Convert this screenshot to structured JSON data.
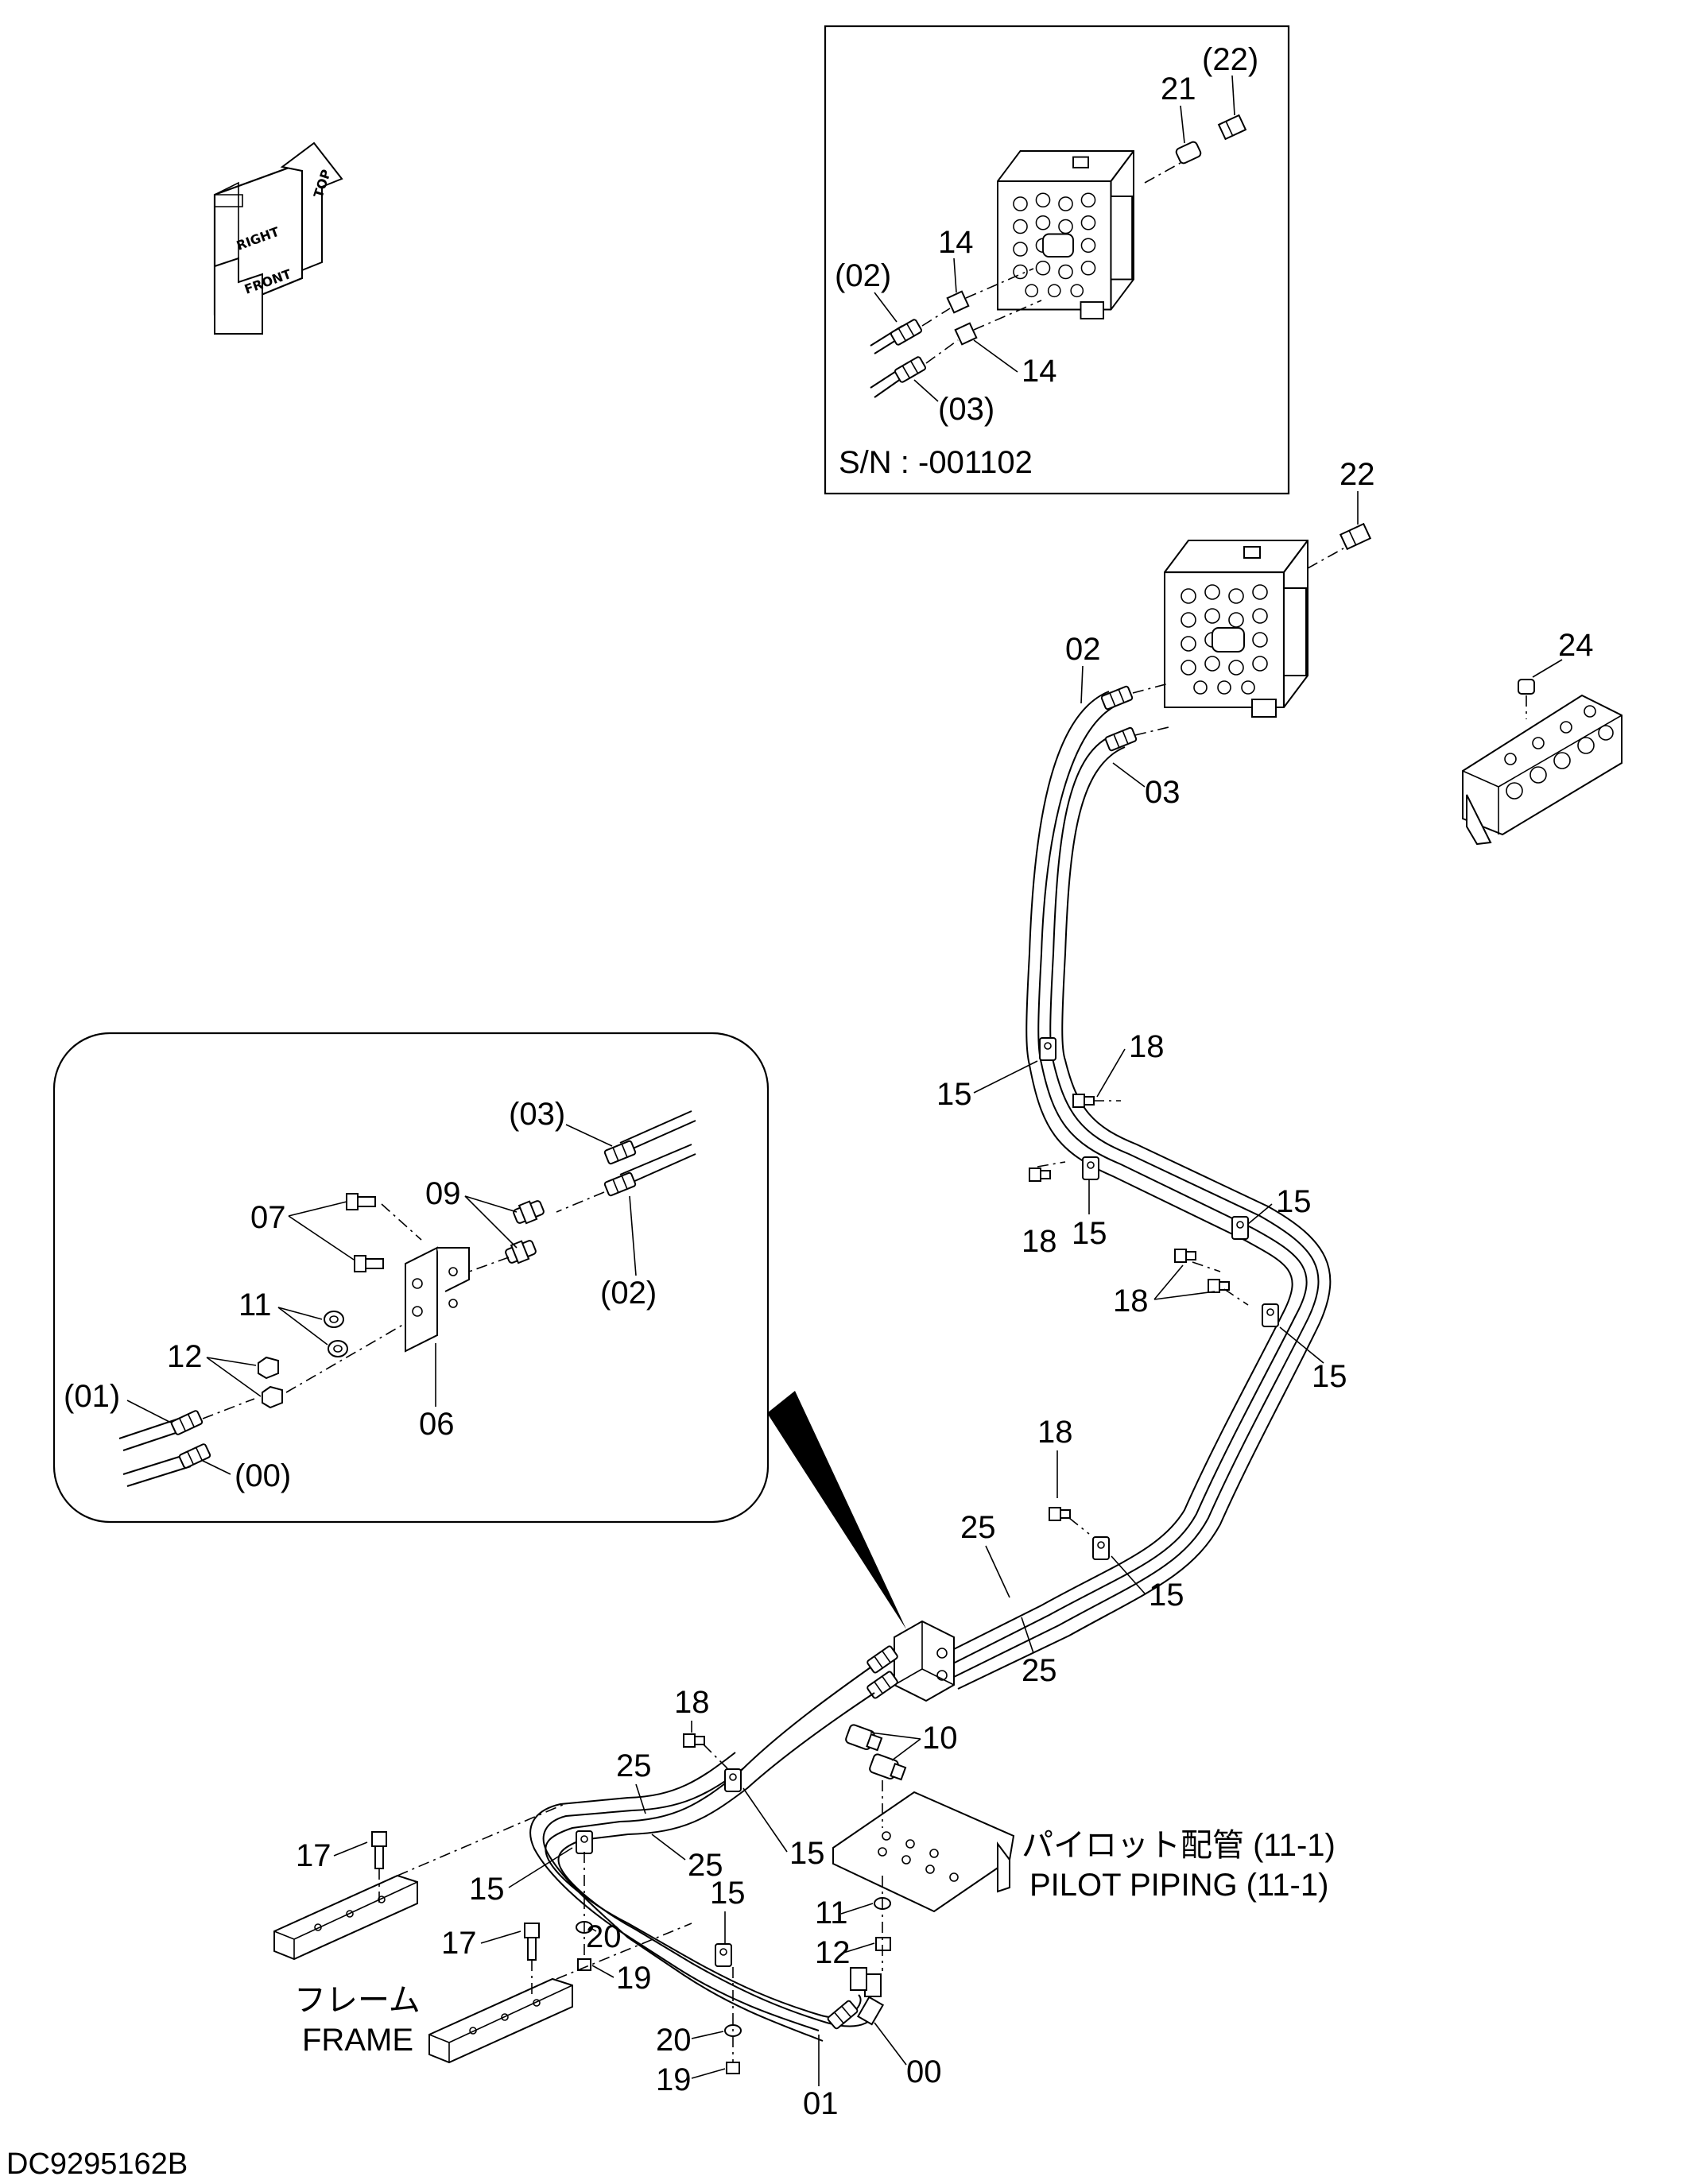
{
  "drawing_code": "DC9295162B",
  "serial_note": "S/N : -001102",
  "orientation": {
    "top": "TOP",
    "front": "FRONT",
    "right": "RIGHT"
  },
  "reference": {
    "jp": "パイロット配管 (11-1)",
    "en": "PILOT PIPING (11-1)"
  },
  "frame": {
    "jp": "フレーム",
    "en": "FRAME"
  },
  "inset_top_callouts": [
    "(22)",
    "21",
    "14",
    "(02)",
    "14",
    "(03)"
  ],
  "inset_left_callouts": [
    "(03)",
    "09",
    "07",
    "(02)",
    "11",
    "12",
    "(01)",
    "06",
    "(00)"
  ],
  "main_callouts": [
    "22",
    "24",
    "02",
    "03",
    "18",
    "15",
    "18",
    "15",
    "15",
    "18",
    "15",
    "18",
    "25",
    "15",
    "25",
    "18",
    "10",
    "25",
    "15",
    "25",
    "17",
    "15",
    "15",
    "11",
    "12",
    "17",
    "20",
    "19",
    "20",
    "19",
    "01",
    "00"
  ]
}
